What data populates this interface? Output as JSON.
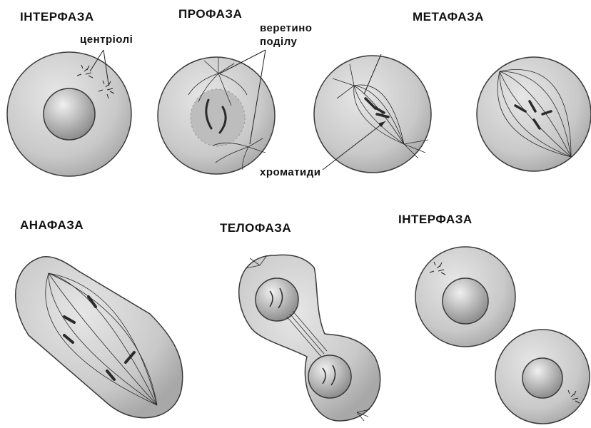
{
  "stages": {
    "interphase_1": "ІНТЕРФАЗА",
    "prophase": "ПРОФАЗА",
    "metaphase": "МЕТАФАЗА",
    "anaphase": "АНАФАЗА",
    "telophase": "ТЕЛОФАЗА",
    "interphase_2": "ІНТЕРФАЗА"
  },
  "labels": {
    "centrioles": "центріолі",
    "spindle_line1": "веретино",
    "spindle_line2": "поділу",
    "chromatids": "хроматиди"
  },
  "colors": {
    "cell_fill": "#c8c8c8",
    "cell_stroke": "#3a3a3a",
    "nucleus_fill": "#a9a9a9",
    "chromosome": "#2a2a2a"
  }
}
